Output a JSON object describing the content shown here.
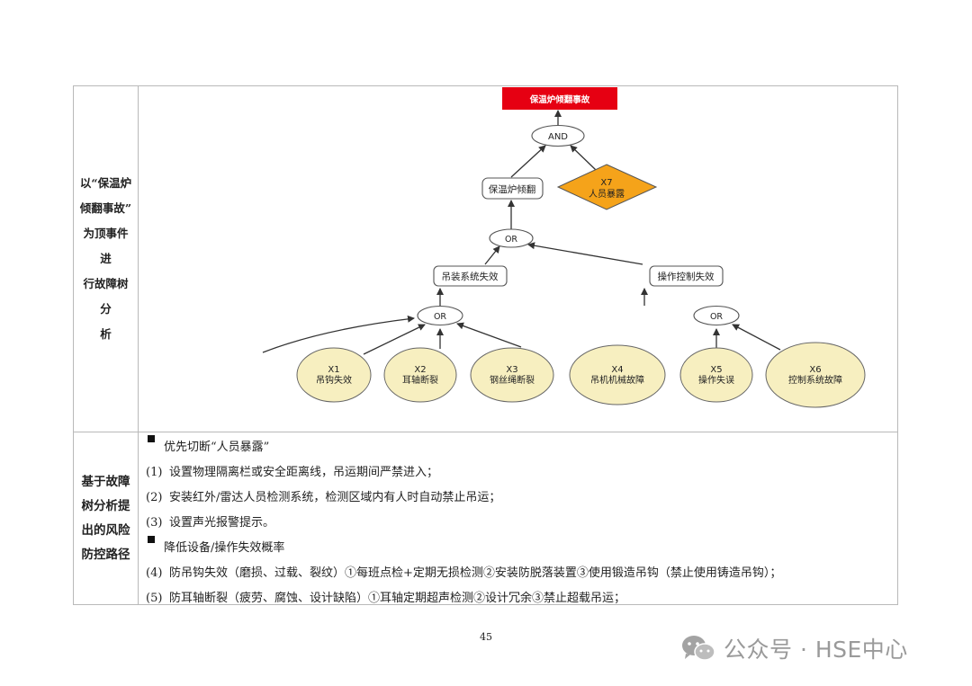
{
  "row1": {
    "label": "以“保温炉\n倾翻事故”\n为顶事件进\n行故障树分\n析"
  },
  "fault_tree": {
    "top_event": "保温炉倾翻事故",
    "and_gate": "AND",
    "intermediate_1": "保温炉倾翻",
    "x7": {
      "id": "X7",
      "name": "人员暴露"
    },
    "or_gate_1": "OR",
    "intermediate_left": "吊装系统失效",
    "intermediate_right": "操作控制失效",
    "or_gate_left": "OR",
    "or_gate_right": "OR",
    "basic_events": [
      {
        "id": "X1",
        "name": "吊钩失效"
      },
      {
        "id": "X2",
        "name": "耳轴断裂"
      },
      {
        "id": "X3",
        "name": "钢丝绳断裂"
      },
      {
        "id": "X4",
        "name": "吊机机械故障"
      },
      {
        "id": "X5",
        "name": "操作失误"
      },
      {
        "id": "X6",
        "name": "控制系统故障"
      }
    ],
    "colors": {
      "top_event": "#e60012",
      "x7": "#f5a31a",
      "basic_event": "#f7efc0"
    }
  },
  "row2": {
    "label": "基于故障\n树分析提\n出的风险\n防控路径",
    "items": [
      {
        "marker": "bullet",
        "text": "优先切断“人员暴露”"
      },
      {
        "marker": "(1)",
        "text": "设置物理隔离栏或安全距离线，吊运期间严禁进入；"
      },
      {
        "marker": "(2)",
        "text": "安装红外/雷达人员检测系统，检测区域内有人时自动禁止吊运；"
      },
      {
        "marker": "(3)",
        "text": "设置声光报警提示。"
      },
      {
        "marker": "bullet",
        "text": "降低设备/操作失效概率"
      },
      {
        "marker": "(4)",
        "text": "防吊钩失效（磨损、过载、裂纹）①每班点检+定期无损检测②安装防脱落装置③使用锻造吊钩（禁止使用铸造吊钩）；"
      },
      {
        "marker": "(5)",
        "text": "防耳轴断裂（疲劳、腐蚀、设计缺陷）①耳轴定期超声检测②设计冗余③禁止超载吊运；"
      }
    ]
  },
  "footer": {
    "page_number": "45",
    "watermark": "公众号 · HSE中心"
  }
}
